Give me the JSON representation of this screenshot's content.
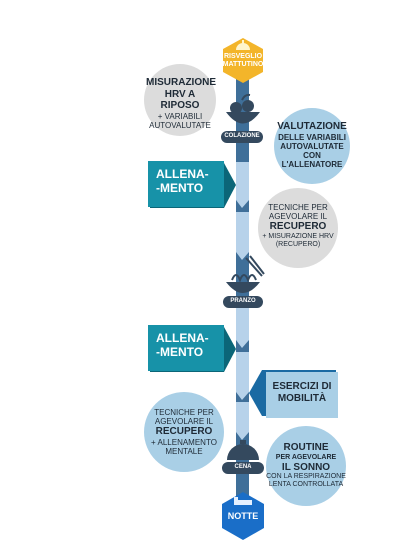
{
  "colors": {
    "spine_dark": "#3f6f99",
    "spine_light": "#b7d2ea",
    "bubble_blue": "#a9cfe6",
    "bubble_gray": "#dcdcdc",
    "teal": "#1792a8",
    "teal_dark": "#0b6678",
    "gold": "#f3b52a",
    "night_blue": "#1a6ec8",
    "icon_dark": "#34495e"
  },
  "nodes": {
    "morning": {
      "line1": "RISVEGLIO",
      "line2": "MATTUTINO",
      "icon": "sunrise-icon"
    },
    "breakfast": {
      "label": "COLAZIONE",
      "icon": "breakfast-bowl-icon"
    },
    "lunch": {
      "label": "PRANZO",
      "icon": "noodle-bowl-icon"
    },
    "dinner": {
      "label": "CENA",
      "icon": "cloche-icon"
    },
    "night": {
      "label": "NOTTE",
      "icon": "bed-icon"
    }
  },
  "bubbles": {
    "hrv": {
      "l1": "MISURAZIONE",
      "l2": "HRV A RIPOSO",
      "l3": "+ VARIABILI",
      "l4": "AUTOVALUTATE"
    },
    "eval": {
      "l1": "VALUTAZIONE",
      "l2": "DELLE VARIABILI",
      "l3": "AUTOVALUTATE",
      "l4": "CON",
      "l5": "L'ALLENATORE"
    },
    "recovery1": {
      "l1": "TECNICHE PER",
      "l2": "AGEVOLARE IL",
      "l3": "RECUPERO",
      "l4": "+ MISURAZIONE HRV",
      "l5": "(RECUPERO)"
    },
    "recovery2": {
      "l1": "TECNICHE PER",
      "l2": "AGEVOLARE IL",
      "l3": "RECUPERO",
      "l4": "+ ALLENAMENTO",
      "l5": "MENTALE"
    },
    "sleep": {
      "l1": "ROUTINE",
      "l2": "PER AGEVOLARE",
      "l3": "IL SONNO",
      "l4": "CON LA RESPIRAZIONE",
      "l5": "LENTA CONTROLLATA"
    }
  },
  "boxes": {
    "training1": {
      "l1": "ALLENA-",
      "l2": "-MENTO"
    },
    "training2": {
      "l1": "ALLENA-",
      "l2": "-MENTO"
    },
    "mobility": {
      "l1": "ESERCIZI DI",
      "l2": "MOBILITÀ"
    }
  }
}
